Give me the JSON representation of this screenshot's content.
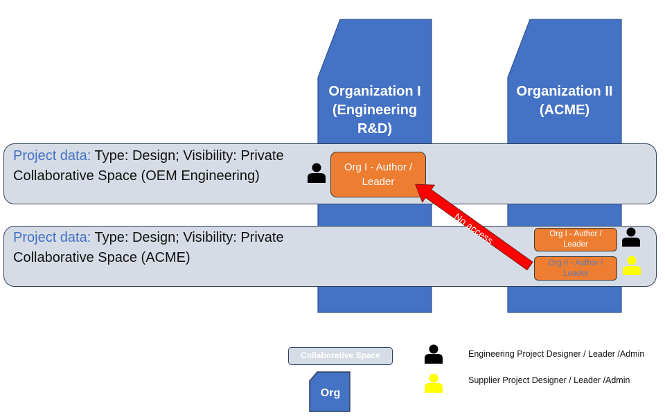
{
  "organizations": [
    {
      "id": "org1",
      "title_lines": [
        "Organization I",
        "(Engineering",
        "R&D)"
      ]
    },
    {
      "id": "org2",
      "title_lines": [
        "Organization II",
        "(ACME)"
      ]
    }
  ],
  "spaces": [
    {
      "label": "Project data:",
      "details": " Type: Design; Visibility: Private",
      "name": "Collaborative Space (OEM Engineering)",
      "roles": [
        {
          "text_lines": [
            "Org I - Author /",
            "Leader"
          ],
          "user_type": "engineering"
        }
      ]
    },
    {
      "label": "Project data:",
      "details": " Type: Design; Visibility: Private",
      "name": "Collaborative Space (ACME)",
      "roles": [
        {
          "text_lines": [
            "Org I - Author /",
            "Leader"
          ],
          "user_type": "engineering"
        },
        {
          "text_lines": [
            "Org II - Author /",
            "Leader"
          ],
          "user_type": "supplier"
        }
      ]
    }
  ],
  "arrow": {
    "label": "No access",
    "from": "Org II - Author / Leader (ACME space)",
    "to": "Org I - Author / Leader (OEM Engineering space)"
  },
  "legend": {
    "space_label": "Collaborative Space",
    "org_label": "Org",
    "users": [
      {
        "type": "engineering",
        "icon": "person-icon",
        "label": "Engineering Project Designer / Leader /Admin"
      },
      {
        "type": "supplier",
        "icon": "person-icon",
        "label": "Supplier Project Designer / Leader /Admin"
      }
    ]
  },
  "colors": {
    "org_blue": "#4472c4",
    "space_fill": "#d6dce5",
    "role_orange": "#ed7d31",
    "arrow_red": "#ff0000",
    "engineering_user": "#000000",
    "supplier_user": "#ffff00",
    "supplier_role_text": "#5b7bb5"
  }
}
